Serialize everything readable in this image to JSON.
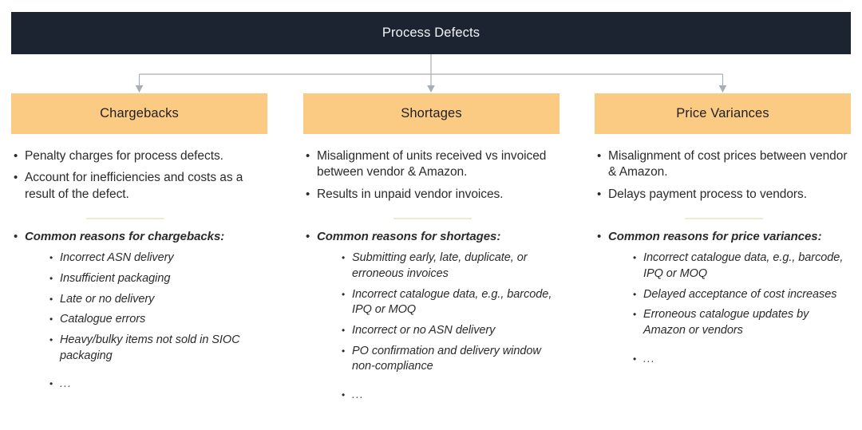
{
  "diagram": {
    "type": "hierarchy-tree",
    "root": {
      "label": "Process Defects",
      "bg_color": "#1b2430",
      "text_color": "#f2f4f6"
    },
    "branch_bg_color": "#fbcb83",
    "divider_color": "#f2ead0",
    "connector_color": "#a9adb4",
    "branches": [
      {
        "label": "Chargebacks",
        "summary": [
          "Penalty charges for process defects.",
          "Account for inefficiencies and costs as a result of the defect."
        ],
        "reasons_heading": "Common reasons for chargebacks:",
        "reasons": [
          "Incorrect ASN delivery",
          "Insufficient packaging",
          "Late or no delivery",
          "Catalogue errors",
          "Heavy/bulky items not sold in SIOC packaging"
        ],
        "more": "..."
      },
      {
        "label": "Shortages",
        "summary": [
          "Misalignment of units received vs invoiced between vendor & Amazon.",
          "Results in unpaid vendor invoices."
        ],
        "reasons_heading": "Common reasons for shortages:",
        "reasons": [
          "Submitting early, late, duplicate, or erroneous invoices",
          "Incorrect catalogue data, e.g., barcode, IPQ or MOQ",
          "Incorrect or no ASN delivery",
          "PO confirmation and delivery window non-compliance"
        ],
        "more": "..."
      },
      {
        "label": "Price Variances",
        "summary": [
          "Misalignment of cost prices between vendor & Amazon.",
          "Delays payment process to vendors."
        ],
        "reasons_heading": "Common reasons for price variances:",
        "reasons": [
          "Incorrect catalogue data, e.g., barcode, IPQ or MOQ",
          "Delayed acceptance of cost increases",
          "Erroneous catalogue updates by Amazon or vendors"
        ],
        "more": "..."
      }
    ],
    "bullet_glyph": "•"
  }
}
